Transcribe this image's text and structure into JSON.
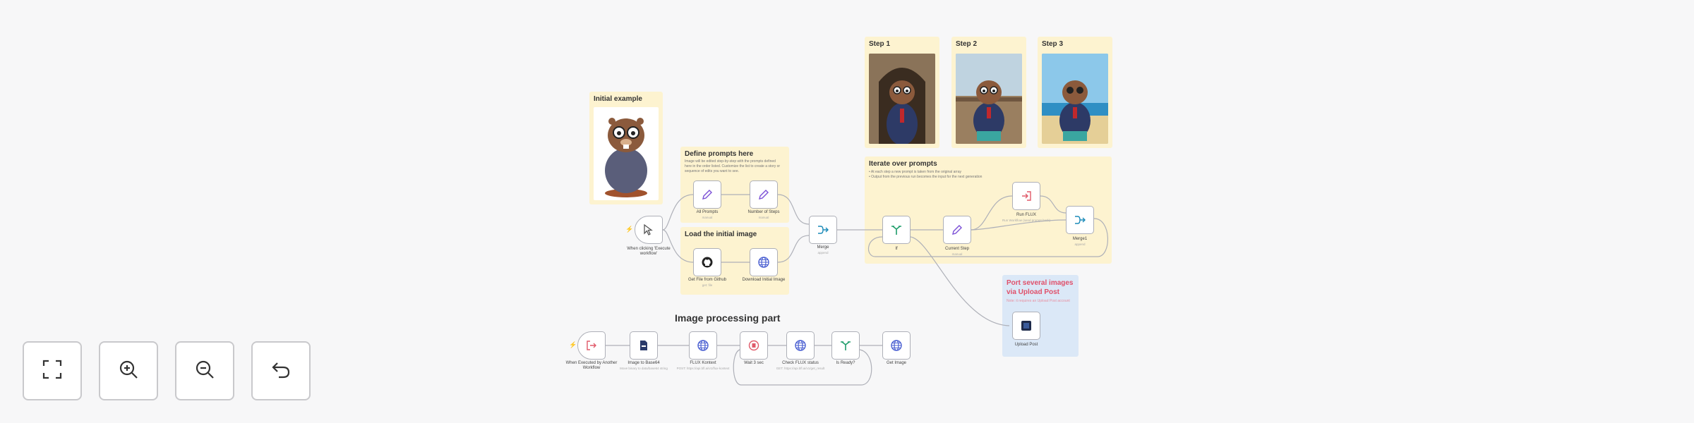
{
  "stickies": {
    "initial_example": "Initial example",
    "step1": "Step 1",
    "step2": "Step 2",
    "step3": "Step 3",
    "define_prompts": "Define prompts here",
    "define_prompts_text": "Image will be edited step-by-step with the prompts defined here in the order listed. Customize the list to create a story or sequence of edits you want to see.",
    "load_image": "Load the initial image",
    "iterate": "Iterate over prompts",
    "iterate_text_1": "• At each step a new prompt is taken from the original array",
    "iterate_text_2": "• Output from the previous run becomes the input for the next generation",
    "port_title": "Port several images via Upload Post",
    "port_text": "Note: it requires an Upload Post account"
  },
  "image_processing": {
    "title": "Image processing part"
  },
  "nodes": {
    "trigger_manual": {
      "label": "When clicking 'Execute workflow'"
    },
    "all_prompts": {
      "label": "All Prompts",
      "sub": "manual"
    },
    "number_of_steps": {
      "label": "Number of Steps",
      "sub": "manual"
    },
    "get_github": {
      "label": "Get File from Github",
      "sub": "get: file"
    },
    "download_image": {
      "label": "Download Initial Image",
      "sub": ""
    },
    "merge": {
      "label": "Merge",
      "sub": "append"
    },
    "if": {
      "label": "If"
    },
    "current_step": {
      "label": "Current Step",
      "sub": "manual"
    },
    "run_flux": {
      "label": "Run FLUX",
      "sub": "Run Workflow (send prompt back)"
    },
    "merge1": {
      "label": "Merge1",
      "sub": "append"
    },
    "upload_post": {
      "label": "Upload Post"
    },
    "trigger_sub": {
      "label": "When Executed by Another Workflow"
    },
    "image_to_base64": {
      "label": "Image to Base64",
      "sub": "Move binary to data/base64 string"
    },
    "flux_kontext": {
      "label": "FLUX Kontext",
      "sub": "POST: https://api.bfl.ai/v1/flux-kontext"
    },
    "wait": {
      "label": "Wait 3 sec"
    },
    "check_flux": {
      "label": "Check FLUX status",
      "sub": "GET: https://api.bfl.ai/v1/get_result"
    },
    "is_ready": {
      "label": "Is Ready?"
    },
    "get_image": {
      "label": "Get Image"
    }
  },
  "controls": {
    "fit": "fit-view",
    "zoom_in": "zoom-in",
    "zoom_out": "zoom-out",
    "undo": "reset-zoom"
  },
  "colors": {
    "sticky": "#fdf3d0",
    "sticky_blue": "#dbe8f7",
    "accent_red": "#e0506a",
    "node_border": "#aeb0b8"
  }
}
